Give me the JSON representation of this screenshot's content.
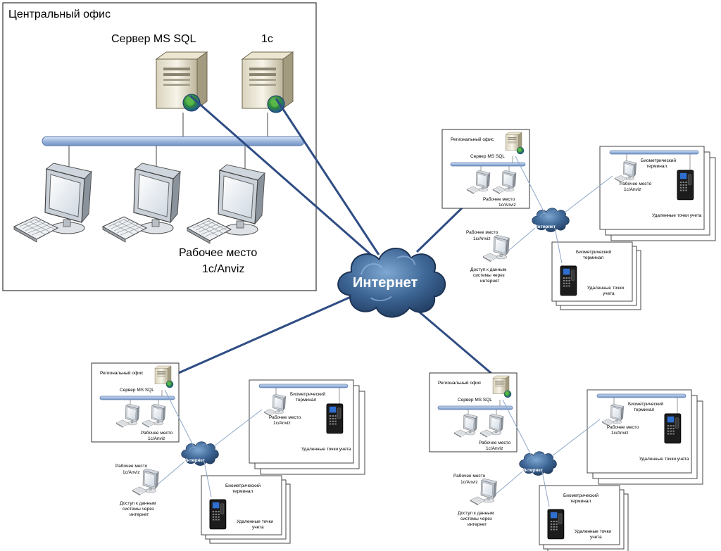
{
  "central": {
    "title": "Центральный офис",
    "server_sql": "Сервер MS SQL",
    "server_1c": "1с",
    "workplace_line1": "Рабочее место",
    "workplace_line2": "1с/Anviz"
  },
  "internet": {
    "label": "Интернет",
    "small_label": "Интернет"
  },
  "regional": {
    "title": "Региональный офис",
    "server_sql": "Сервер MS SQL",
    "workplace_line1": "Рабочее место",
    "workplace_line2": "1с/Anviz",
    "remote_bio_line1": "Биометрический",
    "remote_bio_line2": "терминал",
    "remote_wp_line1": "Рабочее место",
    "remote_wp_line2": "1с/Anviz",
    "remote_points": "Удаленные точки учета",
    "access_line1": "Доступ к данным",
    "access_line2": "системы через",
    "access_line3": "интернет",
    "bio_line1": "Биометрический",
    "bio_line2": "терминал",
    "points_line1": "Удаленные точки",
    "points_line2": "учета"
  },
  "colors": {
    "link": "#2f4d84",
    "thin_link": "#8ea6c8",
    "bus": "#b9cce8",
    "bus_stroke": "#5d7eb0",
    "cloud_dark": "#26466e",
    "cloud_light": "#5b87b8"
  }
}
